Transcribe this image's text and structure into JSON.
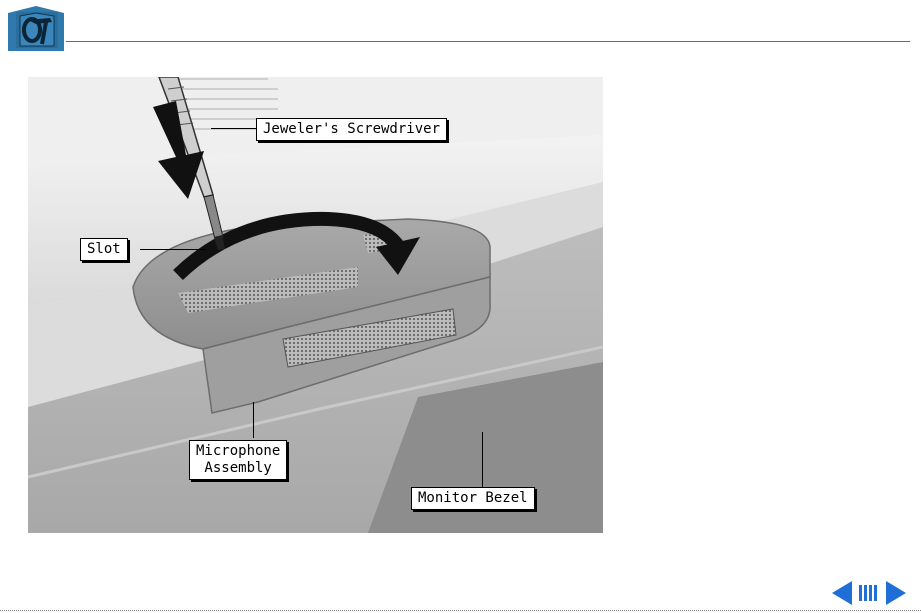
{
  "header": {
    "logo_icon": "apple-tool-logo-icon",
    "rule_color": "#2e7da3"
  },
  "figure": {
    "description_icon": "microphone-removal-illustration",
    "callouts": {
      "screwdriver": "Jeweler's Screwdriver",
      "slot": "Slot",
      "microphone_line1": "Microphone",
      "microphone_line2": "Assembly",
      "bezel": "Monitor Bezel"
    }
  },
  "nav": {
    "prev_icon": "arrow-left-icon",
    "index_icon": "index-bars-icon",
    "next_icon": "arrow-right-icon",
    "accent": "#1f6fd6"
  }
}
